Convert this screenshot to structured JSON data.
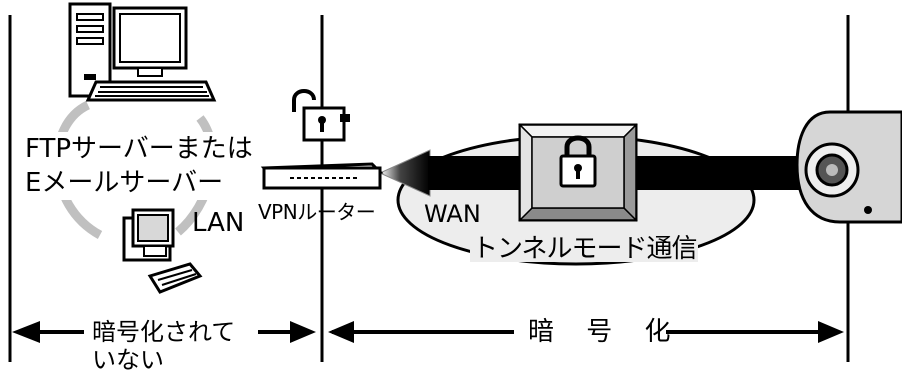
{
  "labels": {
    "server": "FTPサーバーまたは\nEメールサーバー",
    "lan": "LAN",
    "vpn_router": "VPNルーター",
    "wan": "WAN",
    "tunnel": "トンネルモード通信",
    "not_encrypted": "暗号化されて\nいない",
    "encrypted": "暗 号 化"
  },
  "icons": [
    "desktop-computer-icon",
    "client-computer-icon",
    "router-icon",
    "open-padlock-icon",
    "closed-padlock-icon",
    "network-camera-icon"
  ],
  "colors": {
    "line": "#000000",
    "tunnel": "#cfcfcf",
    "loop": "#c0c0c0"
  }
}
